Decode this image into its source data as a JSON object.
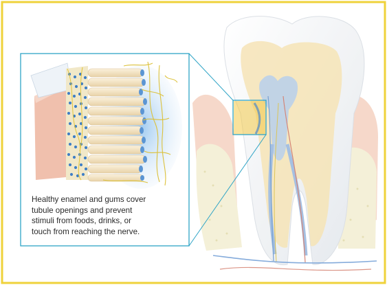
{
  "caption": {
    "text": "Healthy enamel and gums cover\ntubule openings and prevent\nstimuli from foods, drinks, or\ntouch from reaching the nerve."
  },
  "colors": {
    "frame_yellow": "#efd23a",
    "callout_line": "#2ea4c6",
    "enamel": "#f1f3f5",
    "dentin": "#f5e3b5",
    "pulp": "#a8c4e6",
    "gum": "#f2c3b2",
    "bone": "#f3efd2",
    "nerve_yellow": "#e6c93a",
    "tubule_blue": "#3f7fc6"
  },
  "icons": {
    "main_illustration": "tooth-cross-section-illustration",
    "inset_illustration": "dentin-tubule-magnified-illustration"
  }
}
